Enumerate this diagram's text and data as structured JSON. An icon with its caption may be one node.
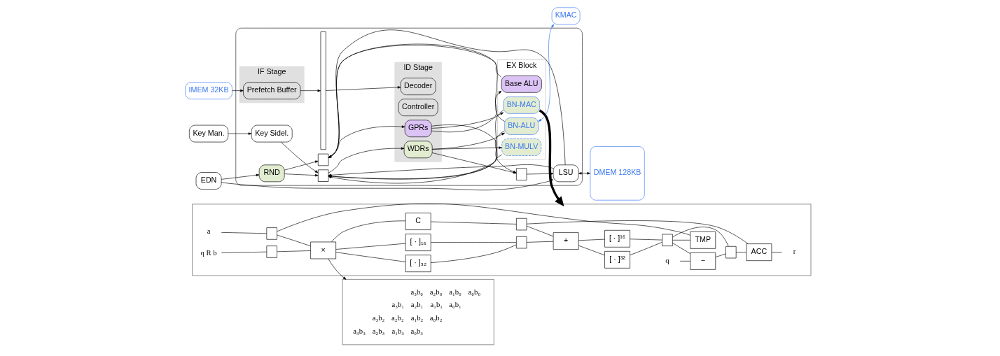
{
  "diagram": {
    "nodes": [
      {
        "text": [
          "IMEM 32KB"
        ]
      },
      {
        "text": [],
        "shape": "box"
      },
      {
        "text": [
          "IF Stage"
        ],
        "in": 1
      },
      {
        "text": [
          "Prefetch Buffer"
        ],
        "in": 2
      },
      {
        "text": [],
        "shape": "bar",
        "in": 1
      },
      {
        "text": [
          "ID Stage"
        ],
        "in": 1
      },
      {
        "text": [
          "Decoder"
        ],
        "in": 5
      },
      {
        "text": [
          "Controller"
        ],
        "in": 5
      },
      {
        "text": [
          "GPRs"
        ],
        "in": 5
      },
      {
        "text": [
          "WDRs"
        ],
        "in": 5
      },
      {
        "text": [
          "EX Block"
        ],
        "in": 1
      },
      {
        "text": [
          "Base ALU"
        ],
        "in": 10
      },
      {
        "text": [
          "BN-MAC"
        ],
        "in": 10
      },
      {
        "text": [
          "BN-ALU"
        ],
        "in": 10
      },
      {
        "text": [
          "BN-MULV"
        ],
        "in": 10
      },
      {
        "text": [
          "LSU"
        ],
        "in": 1
      },
      {
        "text": [
          "RND"
        ],
        "in": 1
      },
      {
        "text": [
          "Key Sidel."
        ],
        "in": 1
      },
      {
        "text": [
          "KMAC"
        ]
      },
      {
        "text": [
          "DMEM 128KB"
        ]
      },
      {
        "text": [
          "EDN"
        ]
      },
      {
        "text": [
          "Key Man."
        ]
      },
      {
        "text": [],
        "shape": "box"
      },
      {
        "text": [
          "TMP"
        ],
        "in": 22
      },
      {
        "text": [
          "×"
        ],
        "in": 22
      },
      {
        "text": [
          "[ · ]₃₂"
        ],
        "in": 22
      },
      {
        "text": [
          "[ · ]₁₆"
        ],
        "in": 22
      },
      {
        "text": [
          "C"
        ],
        "in": 22
      },
      {
        "text": [
          "+"
        ],
        "in": 22
      },
      {
        "text": [
          "[ · ]³²"
        ],
        "in": 22
      },
      {
        "text": [
          "[ · ]¹⁶"
        ],
        "in": 22
      },
      {
        "text": [
          "−"
        ],
        "in": 22
      },
      {
        "text": [
          "ACC"
        ],
        "in": 22
      },
      {
        "text": [
          "a"
        ],
        "in": 22
      },
      {
        "text": [
          "q R b"
        ],
        "in": 22
      },
      {
        "text": [
          "q"
        ],
        "in": 22
      },
      {
        "text": [
          "r"
        ],
        "in": 22
      },
      {
        "text": [],
        "shape": "trapezoid",
        "in": 22
      },
      {
        "text": [],
        "shape": "trapezoid",
        "in": 22
      },
      {
        "text": [],
        "shape": "trapezoid",
        "in": 22
      },
      {
        "text": [],
        "shape": "trapezoid",
        "in": 22
      },
      {
        "text": [],
        "shape": "trapezoid",
        "in": 22
      },
      {
        "text": [],
        "shape": "trapezoid",
        "in": 22
      },
      {
        "text": [],
        "shape": "box"
      },
      {
        "text": [],
        "shape": "trapezoid",
        "in": 1
      },
      {
        "text": [],
        "shape": "trapezoid",
        "in": 1
      },
      {
        "text": [],
        "shape": "trapezoid",
        "in": 1
      }
    ],
    "edges": [
      {
        "from": 0,
        "to": 3,
        "arrow": "to"
      },
      {
        "from": 3,
        "to": 4,
        "arrow": "to"
      },
      {
        "from": 4,
        "to": 6,
        "arrow": "to"
      },
      {
        "from": 8,
        "to": 11,
        "arrow": "to"
      },
      {
        "from": 8,
        "to": 12,
        "arrow": "to"
      },
      {
        "from": 9,
        "to": 13,
        "arrow": "to"
      },
      {
        "from": 9,
        "to": 14,
        "arrow": "to"
      },
      {
        "from": 11,
        "to": 44,
        "arrow": "to"
      },
      {
        "from": 12,
        "to": 45,
        "arrow": "to"
      },
      {
        "from": 13,
        "to": 44,
        "arrow": "to"
      },
      {
        "from": 13,
        "to": 45,
        "arrow": "to"
      },
      {
        "from": 14,
        "to": 45,
        "arrow": "to"
      },
      {
        "from": 15,
        "to": 44,
        "arrow": "to"
      },
      {
        "from": 15,
        "to": 45,
        "arrow": "to"
      },
      {
        "from": 16,
        "to": 44,
        "arrow": "to"
      },
      {
        "from": 16,
        "to": 45,
        "arrow": "to"
      },
      {
        "from": 17,
        "to": 45,
        "arrow": "to"
      },
      {
        "from": 44,
        "to": 8,
        "arrow": "to"
      },
      {
        "from": 45,
        "to": 9,
        "arrow": "to"
      },
      {
        "from": 8,
        "to": 46,
        "arrow": "to"
      },
      {
        "from": 9,
        "to": 46,
        "arrow": "to"
      },
      {
        "from": 46,
        "to": 15,
        "arrow": "to"
      },
      {
        "from": 13,
        "to": 18,
        "arrow": "both",
        "color": "#3b78f0"
      },
      {
        "from": 15,
        "to": 19,
        "arrow": "both"
      },
      {
        "from": 20,
        "to": 16,
        "arrow": "to"
      },
      {
        "from": 20,
        "to": 15,
        "arrow": "to"
      },
      {
        "from": 21,
        "to": 17,
        "arrow": "to"
      },
      {
        "from": 12,
        "to": 22,
        "arrow": "to",
        "style": "thick"
      },
      {
        "from": 33,
        "to": 37,
        "arrow": "none"
      },
      {
        "from": 34,
        "to": 38,
        "arrow": "none"
      },
      {
        "from": 23,
        "to": 37,
        "arrow": "none"
      },
      {
        "from": 37,
        "to": 24,
        "arrow": "none"
      },
      {
        "from": 38,
        "to": 24,
        "arrow": "none"
      },
      {
        "from": 24,
        "to": 25,
        "arrow": "none"
      },
      {
        "from": 24,
        "to": 26,
        "arrow": "none"
      },
      {
        "from": 24,
        "to": 27,
        "arrow": "none"
      },
      {
        "from": 25,
        "to": 39,
        "arrow": "none"
      },
      {
        "from": 26,
        "to": 39,
        "arrow": "none"
      },
      {
        "from": 39,
        "to": 28,
        "arrow": "none"
      },
      {
        "from": 27,
        "to": 40,
        "arrow": "none"
      },
      {
        "from": 32,
        "to": 40,
        "arrow": "none"
      },
      {
        "from": 40,
        "to": 28,
        "arrow": "none"
      },
      {
        "from": 28,
        "to": 29,
        "arrow": "none"
      },
      {
        "from": 28,
        "to": 30,
        "arrow": "none"
      },
      {
        "from": 29,
        "to": 41,
        "arrow": "none"
      },
      {
        "from": 30,
        "to": 41,
        "arrow": "none"
      },
      {
        "from": 41,
        "to": 23,
        "arrow": "none"
      },
      {
        "from": 41,
        "to": 31,
        "arrow": "none"
      },
      {
        "from": 35,
        "to": 31,
        "arrow": "none"
      },
      {
        "from": 41,
        "to": 42,
        "arrow": "none"
      },
      {
        "from": 31,
        "to": 42,
        "arrow": "none"
      },
      {
        "from": 42,
        "to": 32,
        "arrow": "none"
      },
      {
        "from": 32,
        "to": 36,
        "arrow": "none"
      },
      {
        "from": 24,
        "to": 43,
        "arrow": "to"
      }
    ],
    "labels": [
      "a₃b₀",
      "a₂b₀",
      "a₁b₀",
      "a₀b₀",
      "a₃b₁",
      "a₂b₁",
      "a₁b₁",
      "a₀b₁",
      "a₃b₂",
      "a₂b₂",
      "a₁b₂",
      "a₀b₂",
      "a₃b₃",
      "a₂b₃",
      "a₁b₃",
      "a₀b₃"
    ]
  }
}
